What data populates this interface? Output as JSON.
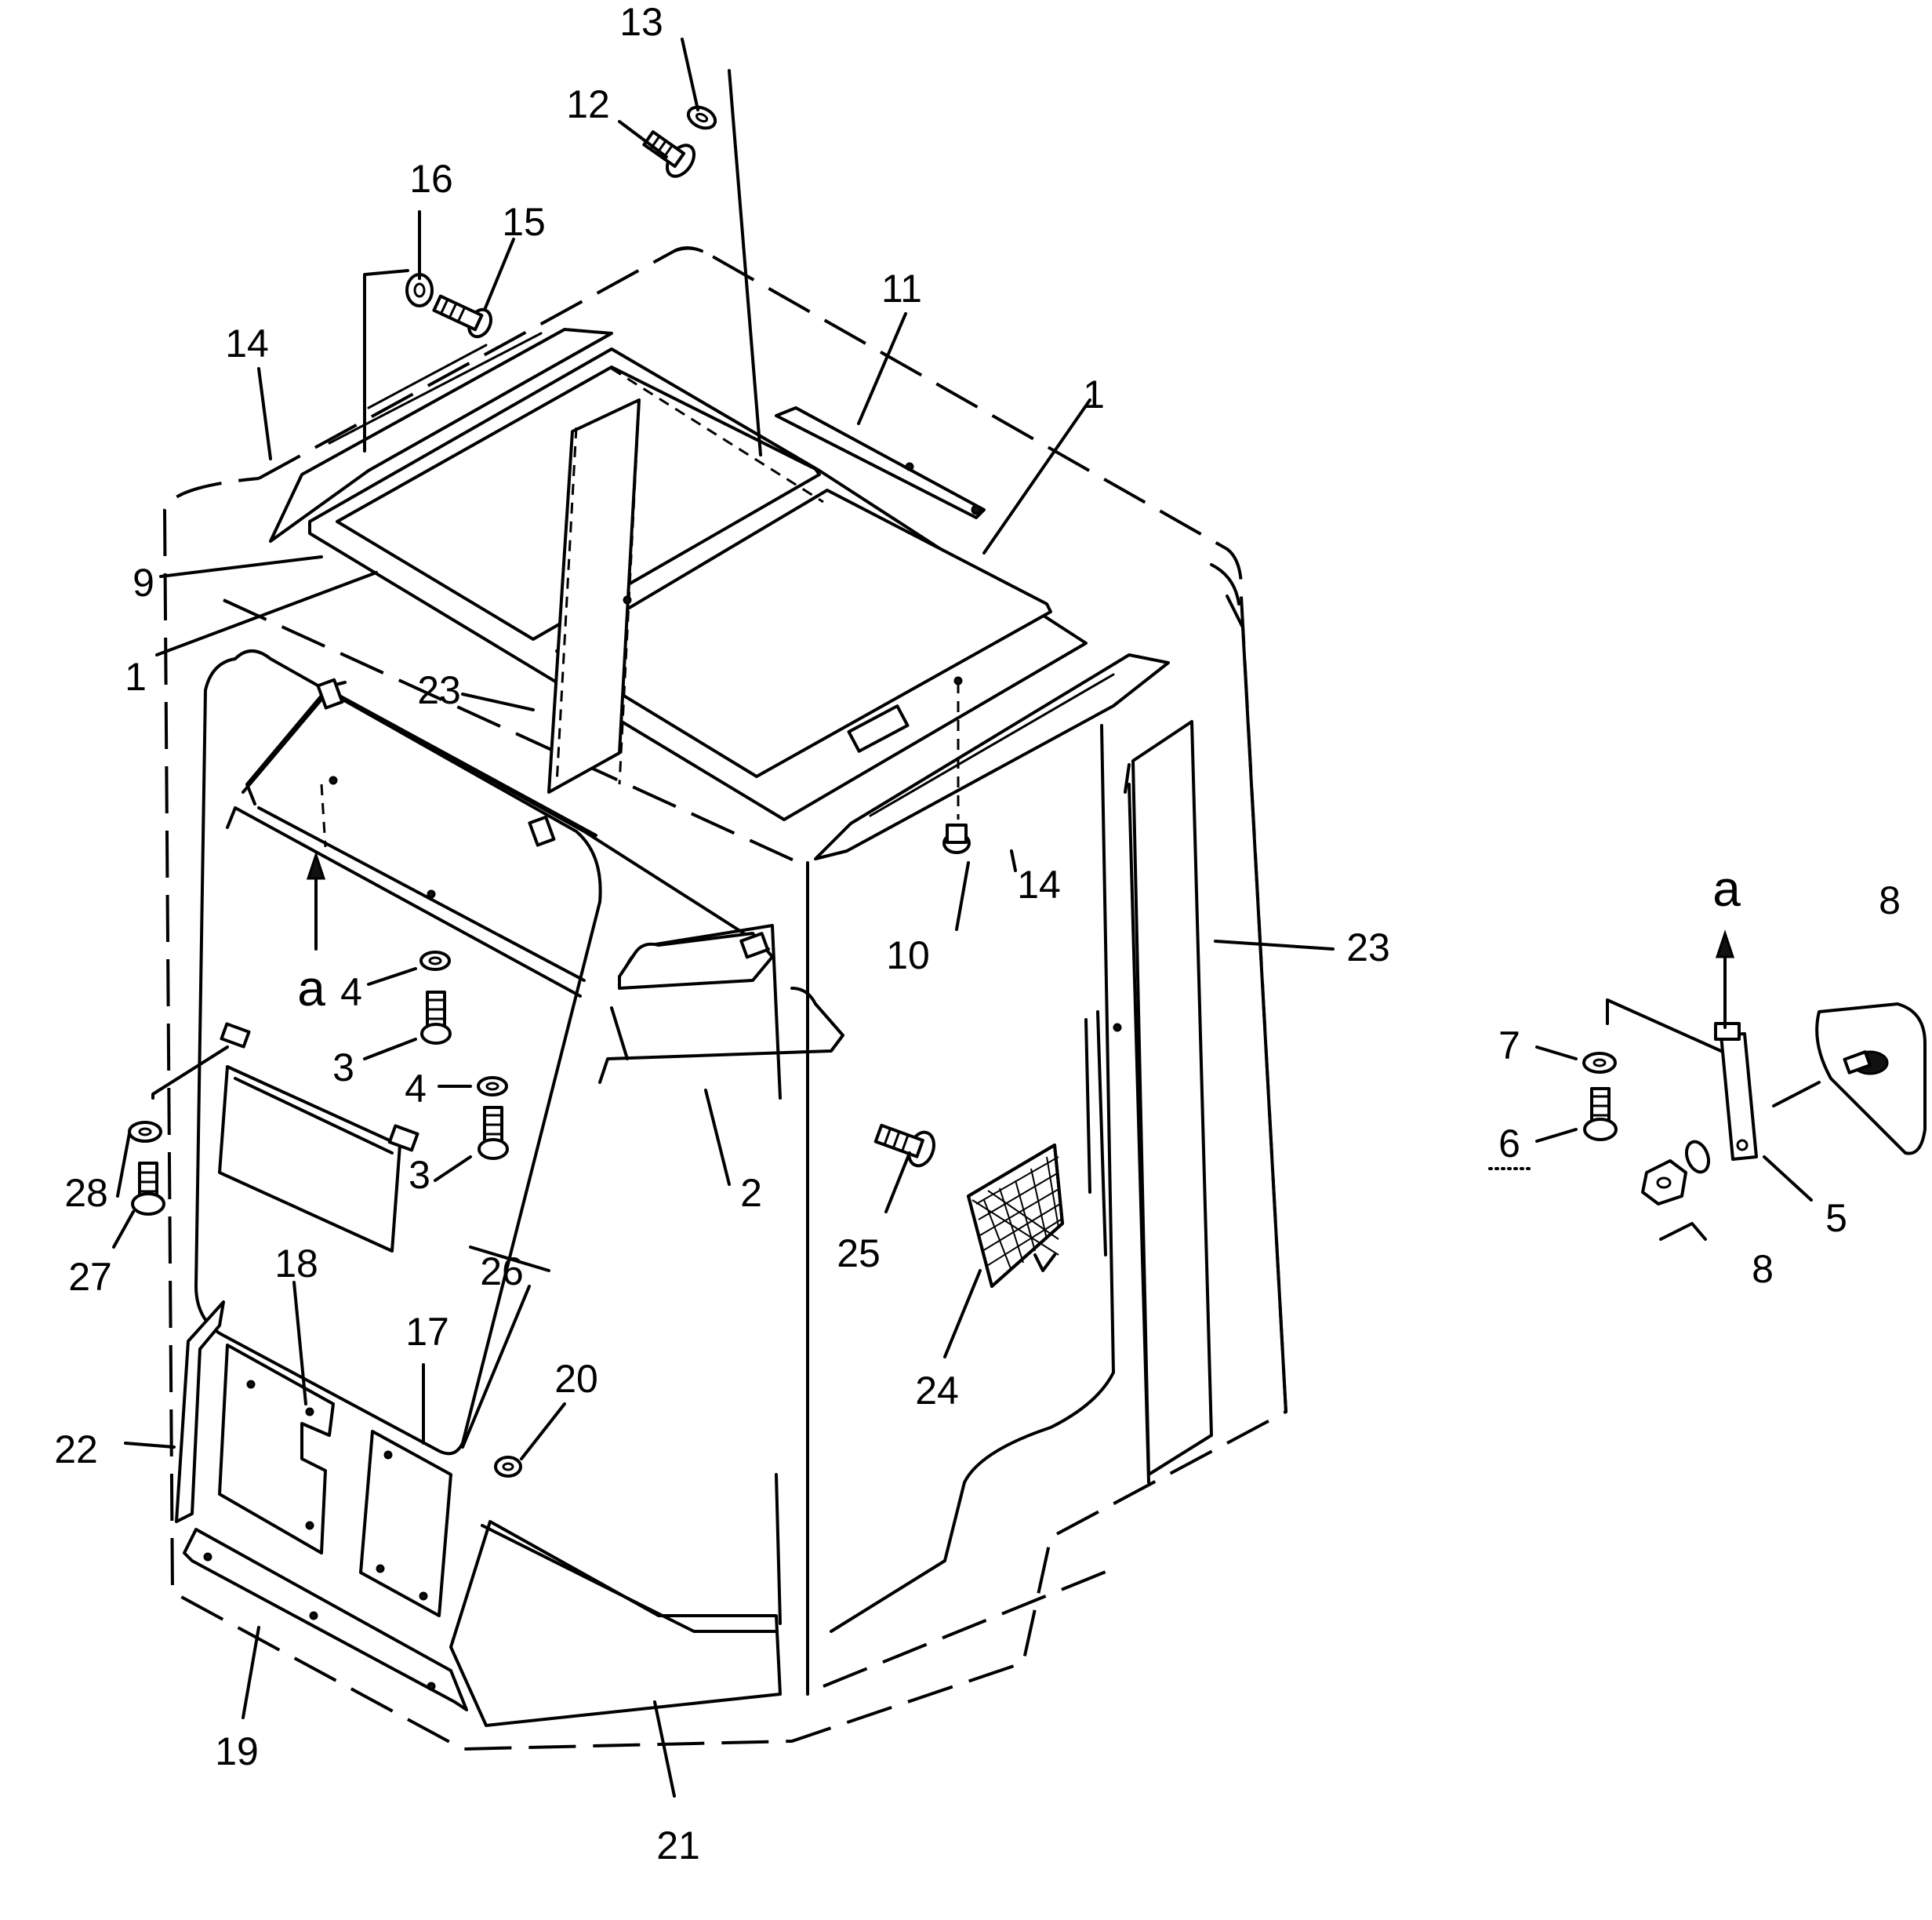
{
  "diagram": {
    "part_callouts": [
      "1",
      "1",
      "2",
      "3",
      "3",
      "4",
      "4",
      "5",
      "6",
      "7",
      "8",
      "8",
      "9",
      "10",
      "11",
      "12",
      "13",
      "14",
      "14",
      "15",
      "16",
      "17",
      "18",
      "19",
      "20",
      "21",
      "22",
      "23",
      "23",
      "24",
      "25",
      "26",
      "27",
      "28"
    ],
    "view_markers": [
      "a",
      "a"
    ]
  }
}
